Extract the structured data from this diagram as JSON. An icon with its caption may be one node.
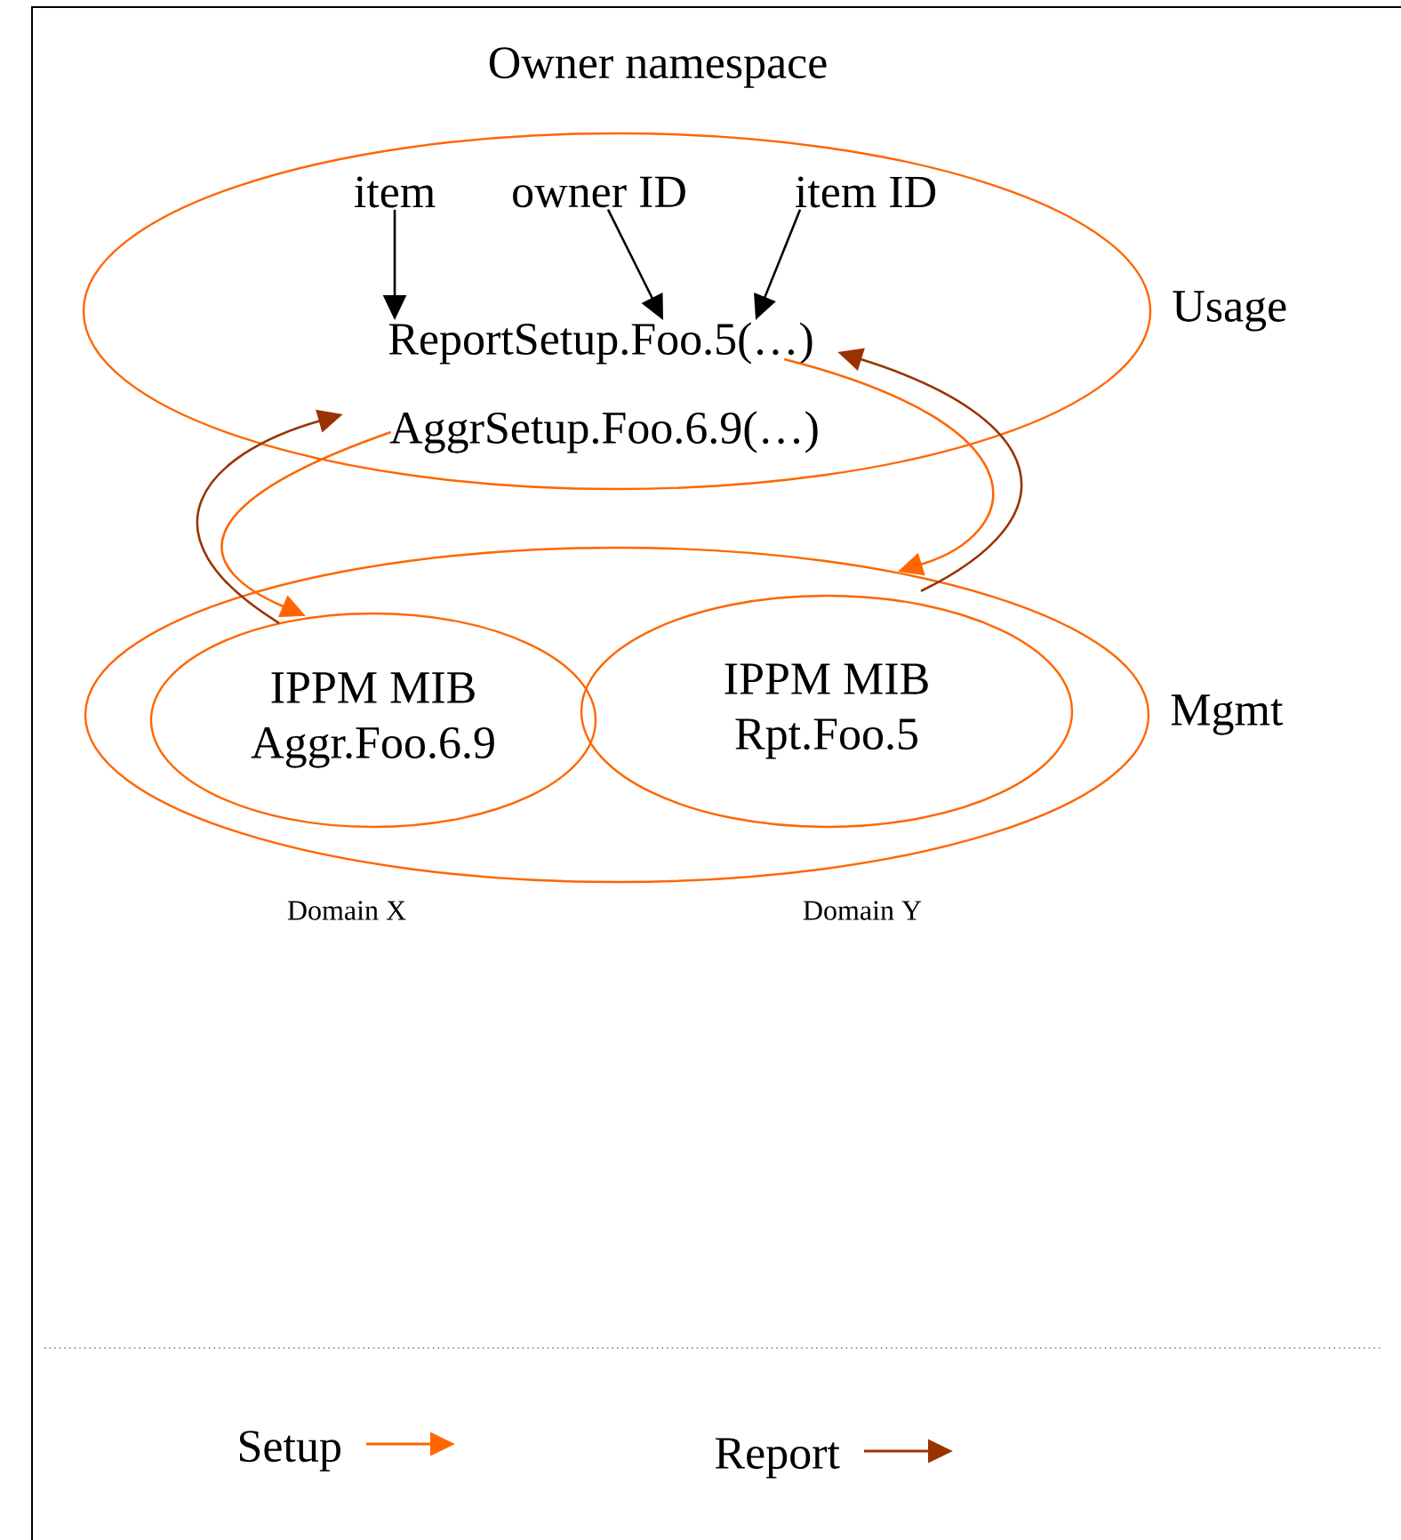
{
  "diagram": {
    "title": "Owner namespace",
    "nodes": [
      {
        "text": [
          "Usage"
        ]
      },
      {
        "text": [
          "item"
        ],
        "in": 0
      },
      {
        "text": [
          "owner ID"
        ],
        "in": 0
      },
      {
        "text": [
          "item ID"
        ],
        "in": 0
      },
      {
        "text": [
          "ReportSetup.Foo.5(…)"
        ],
        "in": 0
      },
      {
        "text": [
          "AggrSetup.Foo.6.9(…)"
        ],
        "in": 0
      },
      {
        "text": [
          "Mgmt"
        ]
      },
      {
        "text": [
          "IPPM MIB",
          "Aggr.Foo.6.9"
        ],
        "in": 6,
        "beside": [
          "Domain X"
        ]
      },
      {
        "text": [
          "IPPM MIB",
          "Rpt.Foo.5"
        ],
        "in": 6,
        "beside": [
          "Domain Y"
        ]
      }
    ],
    "edges": [
      {
        "from": 1,
        "to": 4,
        "arrow": "to"
      },
      {
        "from": 2,
        "to": 4,
        "arrow": "to"
      },
      {
        "from": 3,
        "to": 4,
        "arrow": "to"
      },
      {
        "from": 5,
        "to": 7,
        "arrow": "to",
        "color": "#ff6600"
      },
      {
        "from": 7,
        "to": 5,
        "arrow": "to",
        "color": "#993300"
      },
      {
        "from": 4,
        "to": 8,
        "arrow": "to",
        "color": "#ff6600"
      },
      {
        "from": 8,
        "to": 4,
        "arrow": "to",
        "color": "#993300"
      }
    ],
    "legend": [
      {
        "text": "Setup"
      },
      {
        "text": "Report"
      }
    ]
  }
}
